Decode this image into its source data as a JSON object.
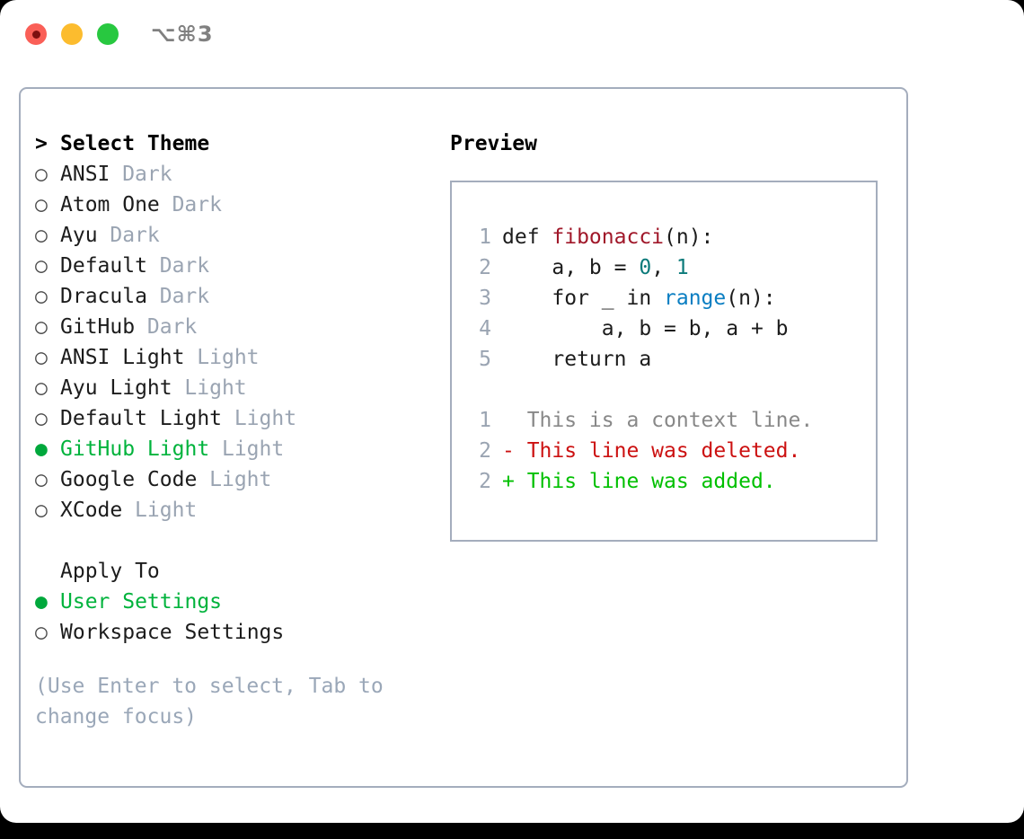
{
  "titlebar": {
    "shortcut": "⌥⌘3",
    "buttons": {
      "close": "close-button",
      "minimize": "minimize-button",
      "maximize": "maximize-button"
    }
  },
  "theme_picker": {
    "heading_prefix": "> ",
    "heading": "Select Theme",
    "marker_selected": "●",
    "marker_unselected": "○",
    "items": [
      {
        "name": "ANSI",
        "variant": "Dark",
        "selected": false
      },
      {
        "name": "Atom One",
        "variant": "Dark",
        "selected": false
      },
      {
        "name": "Ayu",
        "variant": "Dark",
        "selected": false
      },
      {
        "name": "Default",
        "variant": "Dark",
        "selected": false
      },
      {
        "name": "Dracula",
        "variant": "Dark",
        "selected": false
      },
      {
        "name": "GitHub",
        "variant": "Dark",
        "selected": false
      },
      {
        "name": "ANSI Light",
        "variant": "Light",
        "selected": false
      },
      {
        "name": "Ayu Light",
        "variant": "Light",
        "selected": false
      },
      {
        "name": "Default Light",
        "variant": "Light",
        "selected": false
      },
      {
        "name": "GitHub Light",
        "variant": "Light",
        "selected": true
      },
      {
        "name": "Google Code",
        "variant": "Light",
        "selected": false
      },
      {
        "name": "XCode",
        "variant": "Light",
        "selected": false
      }
    ]
  },
  "apply_to": {
    "title": "Apply To",
    "options": [
      {
        "name": "User Settings",
        "selected": true
      },
      {
        "name": "Workspace Settings",
        "selected": false
      }
    ]
  },
  "hint": "(Use Enter to select, Tab to change focus)",
  "preview": {
    "title": "Preview",
    "code_lines": [
      {
        "no": "1",
        "tokens": [
          {
            "t": "def ",
            "c": "plain"
          },
          {
            "t": "fibonacci",
            "c": "func"
          },
          {
            "t": "(n):",
            "c": "plain"
          }
        ]
      },
      {
        "no": "2",
        "tokens": [
          {
            "t": "    a, b = ",
            "c": "plain"
          },
          {
            "t": "0",
            "c": "num"
          },
          {
            "t": ", ",
            "c": "plain"
          },
          {
            "t": "1",
            "c": "num"
          }
        ]
      },
      {
        "no": "3",
        "tokens": [
          {
            "t": "    for _ in ",
            "c": "plain"
          },
          {
            "t": "range",
            "c": "call"
          },
          {
            "t": "(n):",
            "c": "plain"
          }
        ]
      },
      {
        "no": "4",
        "tokens": [
          {
            "t": "        a, b = b, a + b",
            "c": "plain"
          }
        ]
      },
      {
        "no": "5",
        "tokens": [
          {
            "t": "    return a",
            "c": "plain"
          }
        ]
      }
    ],
    "diff_lines": [
      {
        "no": "1",
        "tokens": [
          {
            "t": "  This is a context line.",
            "c": "ctx"
          }
        ]
      },
      {
        "no": "2",
        "tokens": [
          {
            "t": "- This line was deleted.",
            "c": "del"
          }
        ]
      },
      {
        "no": "2",
        "tokens": [
          {
            "t": "+ This line was added.",
            "c": "add"
          }
        ]
      }
    ]
  },
  "colors": {
    "accent_green": "#00b33c",
    "bullet_green": "#00a83c",
    "diff_add": "#00c000",
    "diff_del": "#cc1111",
    "muted": "#9aa4b2",
    "border": "#a4adbd",
    "func": "#a01729",
    "call": "#0a7ec2",
    "num": "#0b7a7a"
  }
}
